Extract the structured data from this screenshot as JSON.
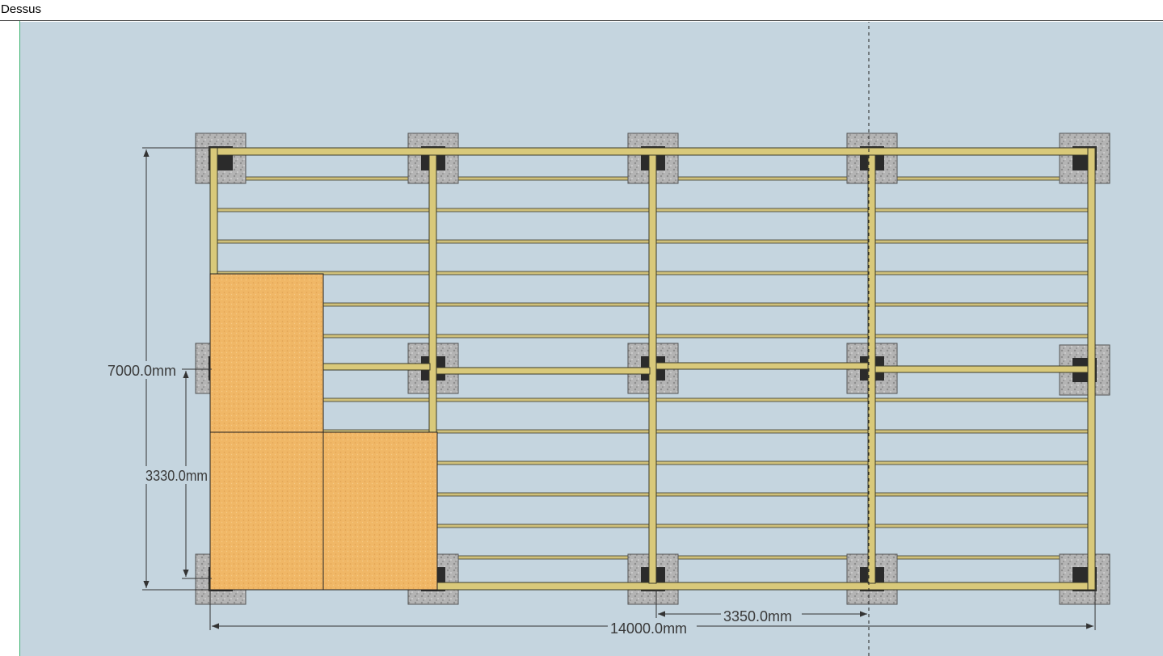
{
  "view": {
    "label": "Dessus"
  },
  "dimensions": {
    "height_total": "7000.0mm",
    "height_partial": "3330.0mm",
    "width_total": "14000.0mm",
    "span_partial": "3350.0mm"
  },
  "colors": {
    "background": "#c5d5df",
    "beam": "#d9c97a",
    "panel": "#f0b766",
    "concrete": "#a9a9a9",
    "bracket": "#2b2b2b",
    "dimension_line": "#333333"
  }
}
